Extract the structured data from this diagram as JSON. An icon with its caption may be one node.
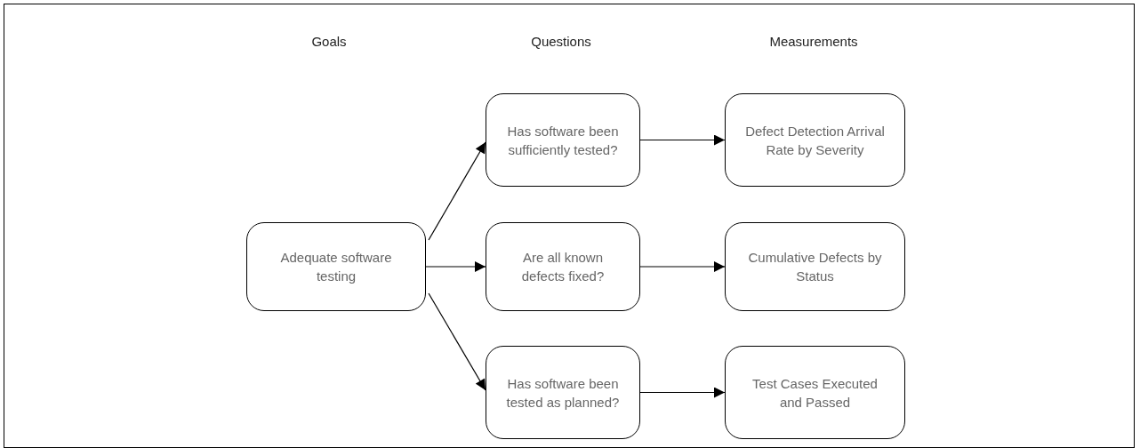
{
  "diagram": {
    "nodes": [
      {
        "text": [
          "Adequate software testing"
        ]
      },
      {
        "text": [
          "Has software been sufficiently tested?"
        ]
      },
      {
        "text": [
          "Are all known defects fixed?"
        ]
      },
      {
        "text": [
          "Has software been tested as planned?"
        ]
      },
      {
        "text": [
          "Defect Detection Arrival Rate by Severity"
        ]
      },
      {
        "text": [
          "Cumulative Defects by Status"
        ]
      },
      {
        "text": [
          "Test Cases Executed and Passed"
        ]
      }
    ],
    "edges": [
      {
        "from": 0,
        "to": 1,
        "arrow": "to"
      },
      {
        "from": 0,
        "to": 2,
        "arrow": "to"
      },
      {
        "from": 0,
        "to": 3,
        "arrow": "to"
      },
      {
        "from": 1,
        "to": 4,
        "arrow": "to"
      },
      {
        "from": 2,
        "to": 5,
        "arrow": "to"
      },
      {
        "from": 3,
        "to": 6,
        "arrow": "to"
      }
    ],
    "labels": [
      "Goals",
      "Questions",
      "Measurements"
    ]
  }
}
